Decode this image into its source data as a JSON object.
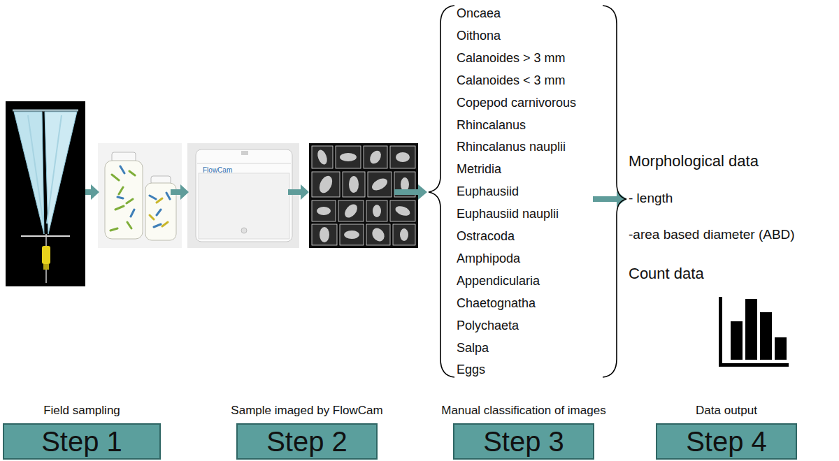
{
  "diagram": {
    "nodes": [
      {
        "text": [
          "Field sampling",
          "Step 1"
        ]
      },
      {
        "text": [
          "Sample imaged by FlowCam",
          "Step 2"
        ]
      },
      {
        "text": [
          "Manual classification of images",
          "Step 3"
        ]
      },
      {
        "text": [
          "Data output",
          "Step 4"
        ]
      }
    ],
    "labels": [
      "Oncaea",
      "Oithona",
      "Calanoides > 3 mm",
      "Calanoides < 3 mm",
      "Copepod carnivorous",
      "Rhincalanus",
      "Rhincalanus nauplii",
      "Metridia",
      "Euphausiid",
      "Euphausiid nauplii",
      "Ostracoda",
      "Amphipoda",
      "Appendicularia",
      "Chaetognatha",
      "Polychaeta",
      "Salpa",
      "Eggs",
      "FlowCam",
      "Morphological data",
      "- length",
      "-area based diameter (ABD)",
      "Count data"
    ]
  }
}
